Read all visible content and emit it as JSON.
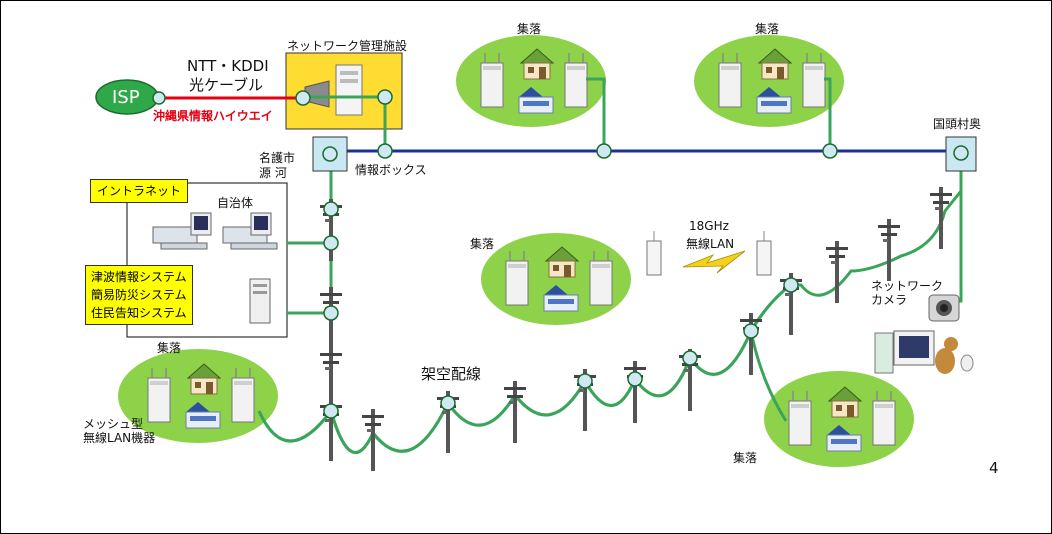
{
  "colors": {
    "backbone_blue": "#1f2f9a",
    "cable_green": "#3aa55a",
    "fiber_red": "#e60012",
    "ellipse_green": "#8ed24a",
    "isp_green": "#2fa84a",
    "highlight_yellow": "#ffff00"
  },
  "isp": {
    "label": "ISP"
  },
  "fiber": {
    "carrier": "NTT・KDDI",
    "cable": "光ケーブル",
    "highway": "沖縄県情報ハイウエイ"
  },
  "facility": {
    "label": "ネットワーク管理施設"
  },
  "nodes": {
    "nago": "名護市\n源 河",
    "infobox": "情報ボックス",
    "kunigami": "国頭村奥"
  },
  "intranet": {
    "title": "イントラネット",
    "municipality": "自治体",
    "systems": [
      "津波情報システム",
      "簡易防災システム",
      "住民告知システム"
    ]
  },
  "settlement_label": "集落",
  "wireless": {
    "band": "18GHz",
    "name": "無線LAN"
  },
  "network_camera": "ネットワーク\nカメラ",
  "overhead": "架空配線",
  "mesh_device": "メッシュ型\n無線LAN機器",
  "page_number": "4"
}
